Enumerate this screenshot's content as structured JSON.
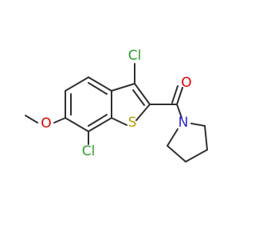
{
  "molecule": {
    "atoms": {
      "cl_top": "Cl",
      "cl_bottom": "Cl",
      "sulfur": "S",
      "oxygen_carbonyl": "O",
      "nitrogen": "N",
      "oxygen_methoxy": "O"
    },
    "colors": {
      "bond": "#2f2f2f",
      "chlorine": "#2f9f2f",
      "sulfur": "#b29f00",
      "oxygen": "#e00000",
      "nitrogen": "#2b2bd1",
      "methoxy_oxygen": "#e00000"
    }
  }
}
